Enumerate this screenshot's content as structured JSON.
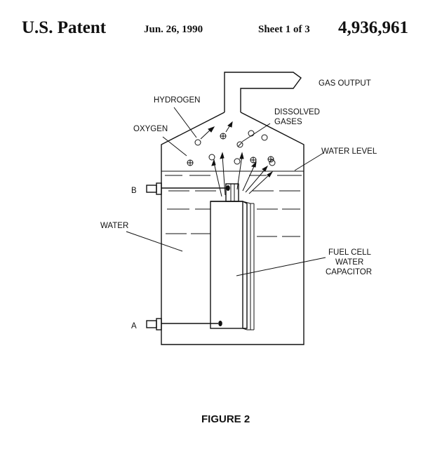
{
  "header": {
    "left_title": "U.S. Patent",
    "date": "Jun. 26, 1990",
    "sheet": "Sheet 1 of 3",
    "patent_number": "4,936,961"
  },
  "labels": {
    "gas_output": "GAS OUTPUT",
    "hydrogen": "HYDROGEN",
    "dissolved_gases_1": "DISSOLVED",
    "dissolved_gases_2": "GASES",
    "oxygen": "OXYGEN",
    "water_level": "WATER LEVEL",
    "terminal_b": "B",
    "terminal_a": "A",
    "water": "WATER",
    "fuel_cell_1": "FUEL CELL",
    "fuel_cell_2": "WATER",
    "fuel_cell_3": "CAPACITOR"
  },
  "caption": "FIGURE 2"
}
